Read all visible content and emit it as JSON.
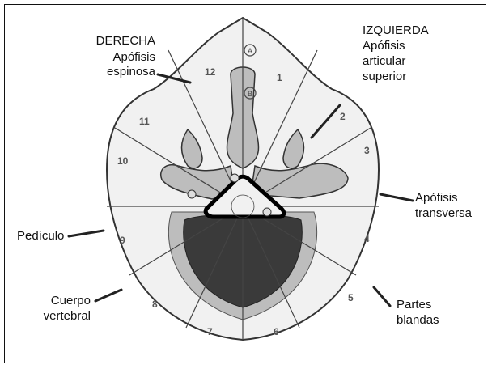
{
  "labels": {
    "derecha": "DERECHA",
    "apofisis_espinosa_1": "Apófisis",
    "apofisis_espinosa_2": "espinosa",
    "izquierda": "IZQUIERDA",
    "apofisis_articular_1": "Apófisis",
    "apofisis_articular_2": "articular",
    "apofisis_articular_3": "superior",
    "apofisis_transversa_1": "Apófisis",
    "apofisis_transversa_2": "transversa",
    "pediculo": "Pedículo",
    "cuerpo_vertebral_1": "Cuerpo",
    "cuerpo_vertebral_2": "vertebral",
    "partes_blandas_1": "Partes",
    "partes_blandas_2": "blandas"
  },
  "zones": [
    "1",
    "2",
    "3",
    "4",
    "5",
    "6",
    "7",
    "8",
    "9",
    "10",
    "11",
    "12"
  ],
  "markers": {
    "a": "A",
    "b": "B"
  },
  "colors": {
    "outline": "#333333",
    "light": "#f1f1f1",
    "mid": "#bdbdbd",
    "dark": "#3a3a3a",
    "ring": "#000000"
  }
}
